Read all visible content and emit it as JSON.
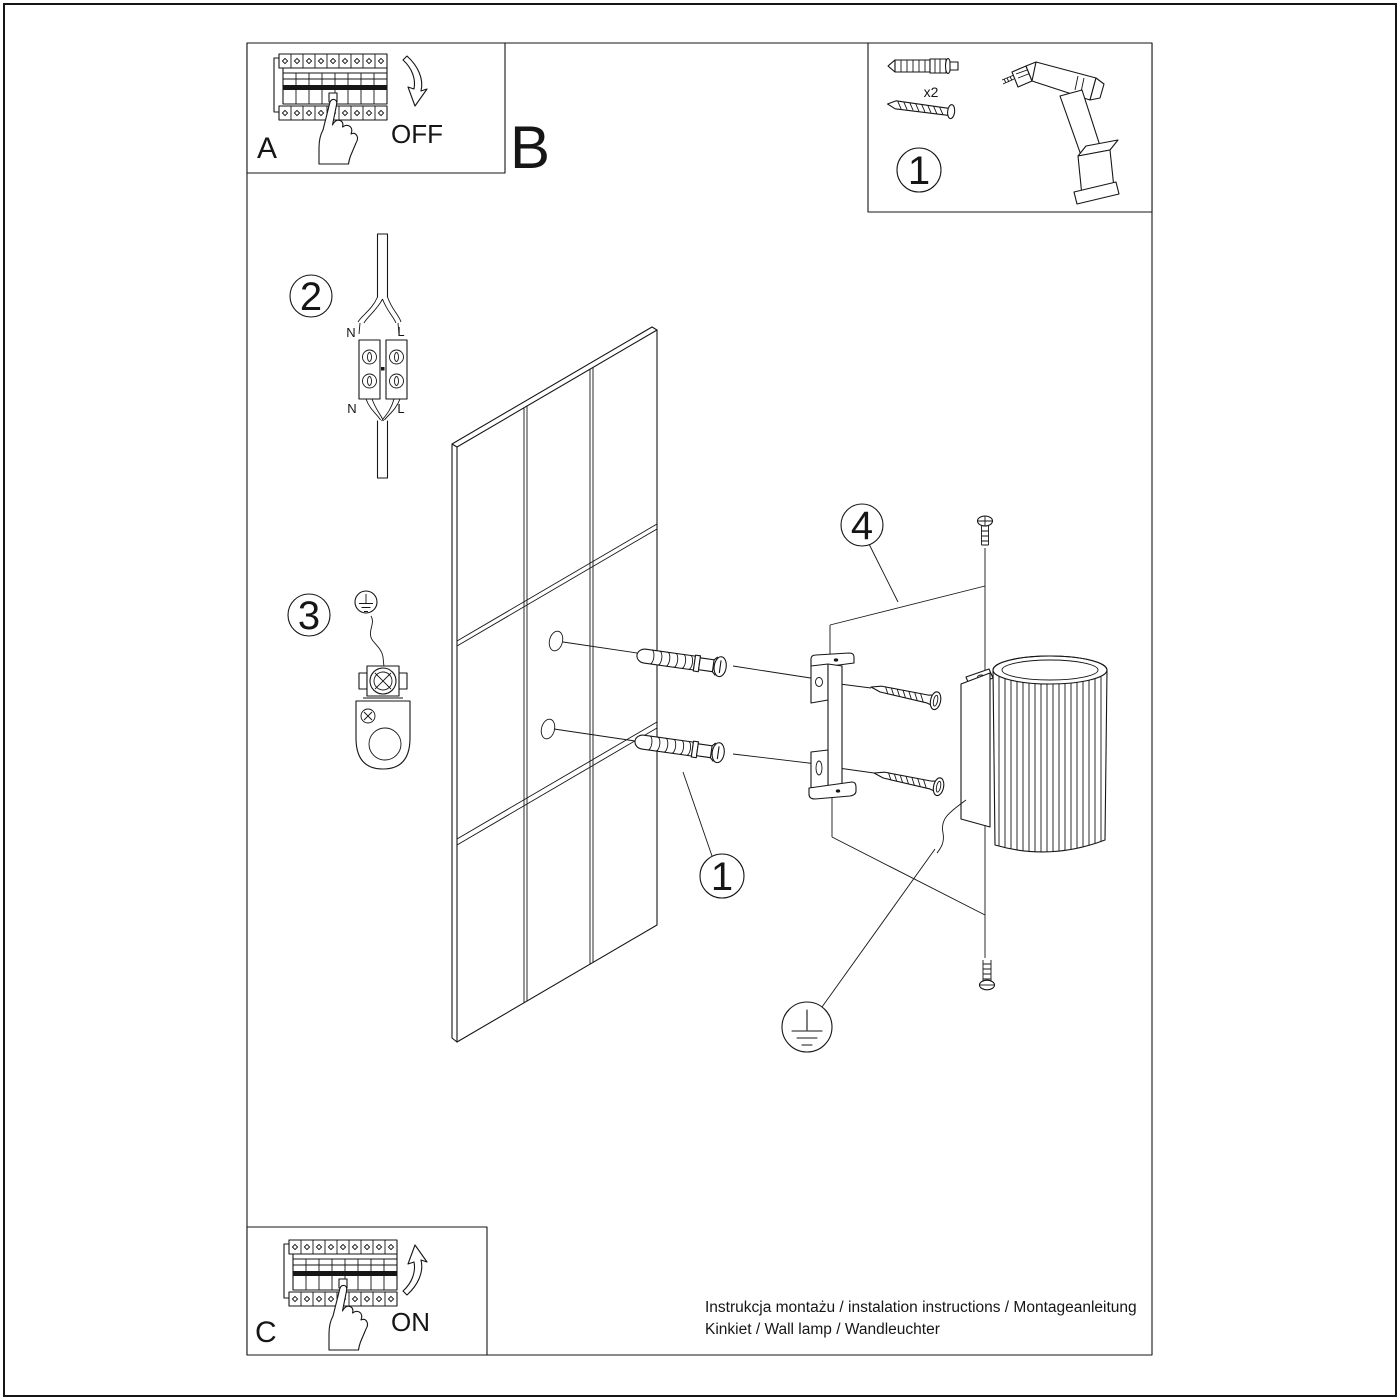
{
  "document": {
    "footer_line1": "Instrukcja montażu / instalation instructions / Montageanleitung",
    "footer_line2": "Kinkiet / Wall lamp / Wandleuchter"
  },
  "sections": {
    "a_label": "A",
    "b_label": "B",
    "c_label": "C",
    "off_label": "OFF",
    "on_label": "ON"
  },
  "toolbox": {
    "step_number": "1",
    "anchor_quantity": "x2"
  },
  "steps": {
    "wire_step": "2",
    "ground_step": "3",
    "anchor_step": "1",
    "mount_step": "4"
  },
  "wiring_labels": {
    "n_in": "N",
    "l_in": "L",
    "n_out": "N",
    "l_out": "L"
  },
  "colors": {
    "line": "#161616",
    "background": "#ffffff"
  }
}
